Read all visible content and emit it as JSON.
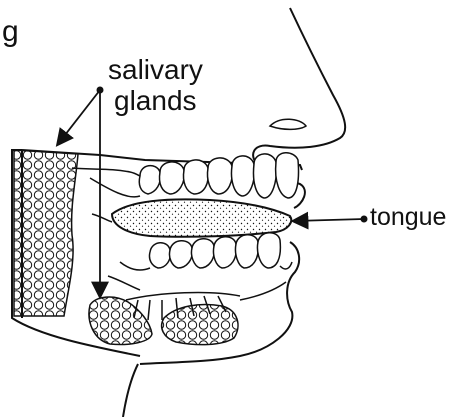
{
  "labels": {
    "partial_heading": "g",
    "salivary_line1": "salivary",
    "salivary_line2": "glands",
    "tongue": "tongue"
  },
  "colors": {
    "ink": "#111111",
    "paper": "#ffffff"
  }
}
